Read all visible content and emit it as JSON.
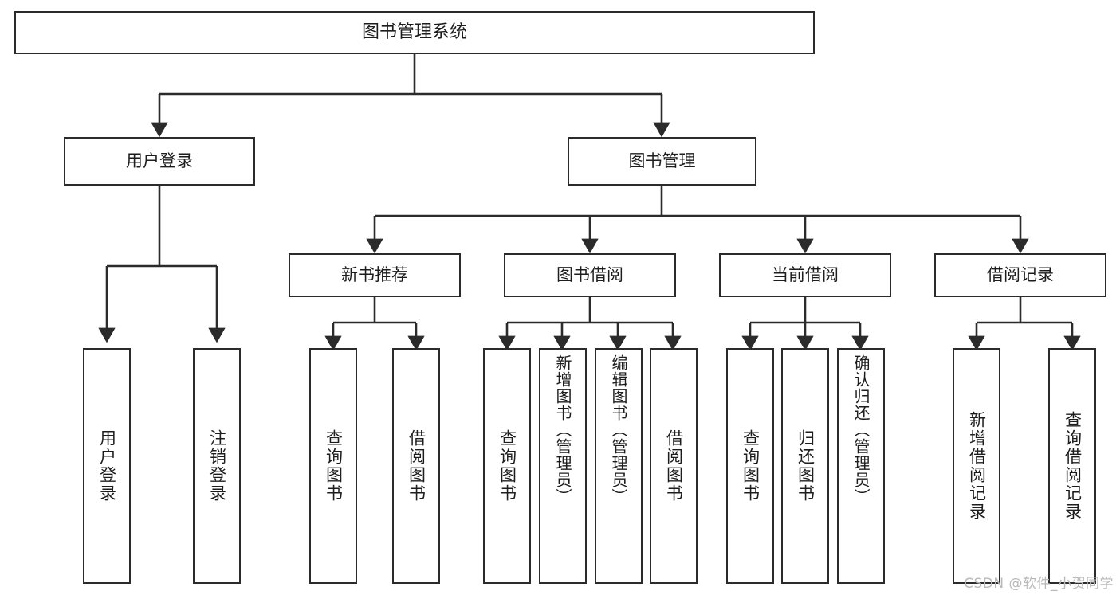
{
  "diagram": {
    "title": "图书管理系统",
    "type": "tree-hierarchy-diagram",
    "root": {
      "id": "root",
      "label": "图书管理系统"
    },
    "level2": [
      {
        "id": "user-login",
        "label": "用户登录"
      },
      {
        "id": "book-management",
        "label": "图书管理"
      }
    ],
    "level3": [
      {
        "id": "new-book-recommend",
        "label": "新书推荐"
      },
      {
        "id": "book-borrow",
        "label": "图书借阅"
      },
      {
        "id": "current-borrow",
        "label": "当前借阅"
      },
      {
        "id": "borrow-record",
        "label": "借阅记录"
      }
    ],
    "leaves": {
      "user_login": [
        {
          "id": "leaf-user-login",
          "label": "用户登录"
        },
        {
          "id": "leaf-logout-login",
          "label": "注销登录"
        }
      ],
      "new_book_recommend": [
        {
          "id": "leaf-query-book-1",
          "label": "查询图书"
        },
        {
          "id": "leaf-borrow-book-1",
          "label": "借阅图书"
        }
      ],
      "book_borrow": [
        {
          "id": "leaf-query-book-2",
          "label": "查询图书"
        },
        {
          "id": "leaf-add-book",
          "label": "新增图书（管理员）"
        },
        {
          "id": "leaf-edit-book",
          "label": "编辑图书（管理员）"
        },
        {
          "id": "leaf-borrow-book-2",
          "label": "借阅图书"
        }
      ],
      "current_borrow": [
        {
          "id": "leaf-query-book-3",
          "label": "查询图书"
        },
        {
          "id": "leaf-return-book",
          "label": "归还图书"
        },
        {
          "id": "leaf-confirm-return",
          "label": "确认归还（管理员）"
        }
      ],
      "borrow_record": [
        {
          "id": "leaf-add-record",
          "label": "新增借阅记录"
        },
        {
          "id": "leaf-query-record",
          "label": "查询借阅记录"
        }
      ]
    },
    "watermark": "CSDN @软件_小贺同学",
    "colors": {
      "stroke": "#2b2b2b",
      "fill": "#ffffff",
      "text": "#1d1d1d",
      "watermark": "#b9b9b9"
    }
  }
}
